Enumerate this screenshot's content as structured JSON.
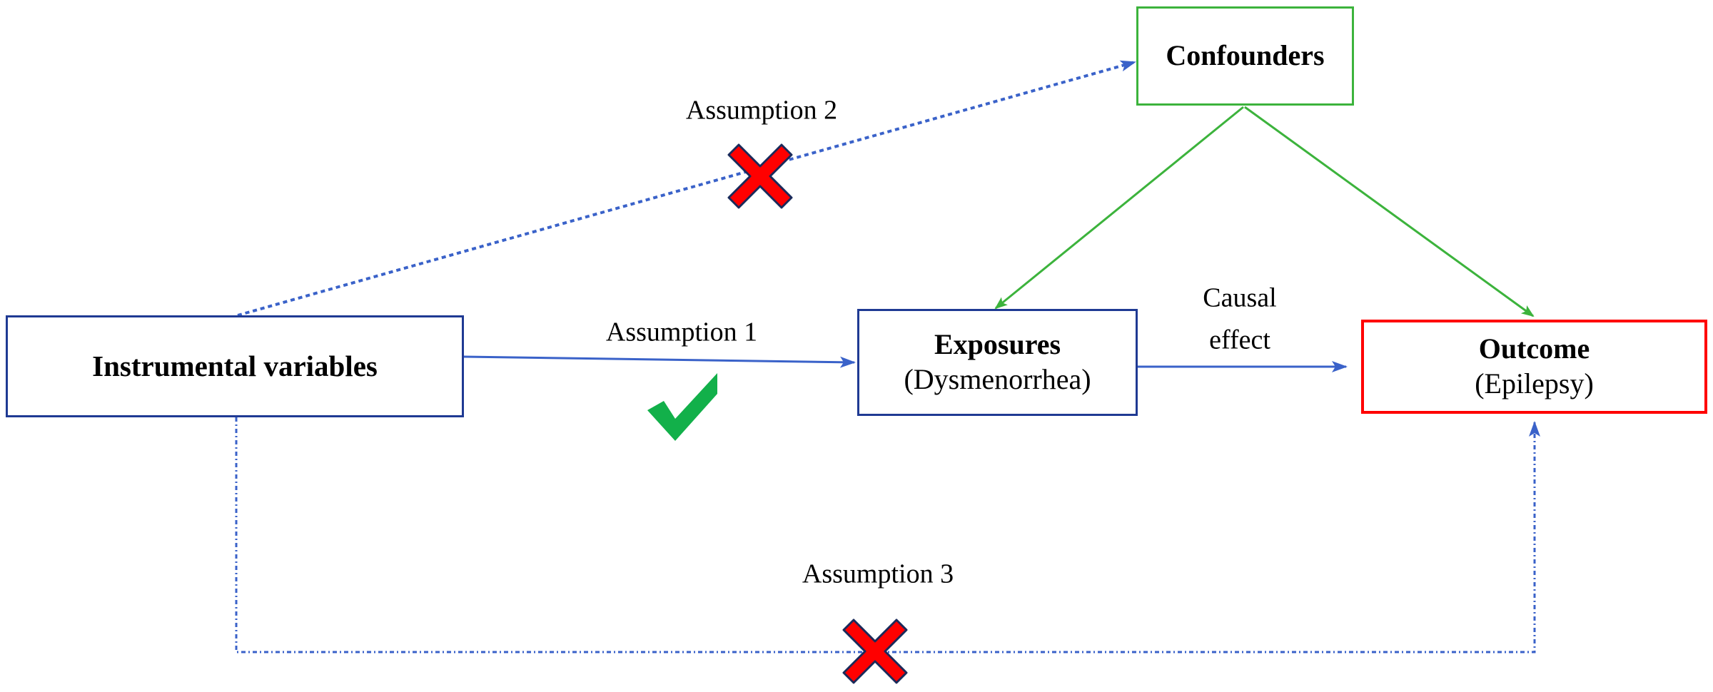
{
  "nodes": {
    "instrumental_variables": {
      "title": "Instrumental variables"
    },
    "confounders": {
      "title": "Confounders"
    },
    "exposures": {
      "title": "Exposures",
      "subtitle": "(Dysmenorrhea)"
    },
    "outcome": {
      "title": "Outcome",
      "subtitle": "(Epilepsy)"
    }
  },
  "edges": [
    {
      "from": "instrumental_variables",
      "to": "exposures",
      "label": "Assumption 1",
      "style": "solid",
      "status": "satisfied",
      "status_icon": "check-icon"
    },
    {
      "from": "instrumental_variables",
      "to": "confounders",
      "label": "Assumption 2",
      "style": "dotted",
      "status": "violated",
      "status_icon": "cross-icon"
    },
    {
      "from": "instrumental_variables",
      "to": "outcome",
      "label": "Assumption 3",
      "style": "dash-dot",
      "status": "violated",
      "status_icon": "cross-icon"
    },
    {
      "from": "exposures",
      "to": "outcome",
      "label": "Causal effect",
      "style": "solid"
    },
    {
      "from": "confounders",
      "to": "exposures",
      "style": "solid"
    },
    {
      "from": "confounders",
      "to": "outcome",
      "style": "solid"
    }
  ],
  "labels": {
    "assumption1": "Assumption 1",
    "assumption2": "Assumption 2",
    "assumption3": "Assumption 3",
    "causal_line1": "Causal",
    "causal_line2": "effect"
  },
  "colors": {
    "iv_edge": "#3a62c9",
    "confounder_edge": "#3cb33c",
    "exposure_border": "#1f3a93",
    "confounder_border": "#3cb33c",
    "outcome_border": "#ff0000",
    "check": "#12b04a",
    "cross": "#ff0000"
  }
}
